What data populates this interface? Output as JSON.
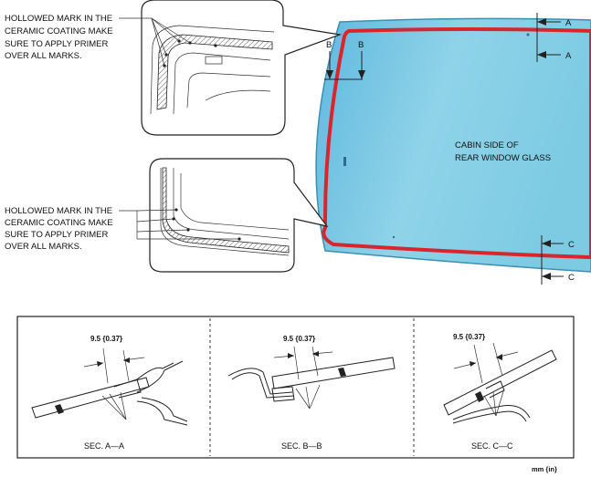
{
  "callouts": {
    "top_note": [
      "HOLLOWED MARK IN THE",
      "CERAMIC COATING MAKE",
      "SURE TO APPLY PRIMER",
      "OVER ALL MARKS."
    ],
    "bottom_note": [
      "HOLLOWED MARK IN THE",
      "CERAMIC COATING MAKE",
      "SURE TO APPLY PRIMER",
      "OVER ALL MARKS."
    ]
  },
  "glass": {
    "label": [
      "CABIN SIDE OF",
      "REAR WINDOW GLASS"
    ],
    "fill_color": "#7ccbe3",
    "primer_color": "#d9262c"
  },
  "section_markers": {
    "a_top": "A",
    "a_bottom": "A",
    "b_left": "B",
    "b_right": "B",
    "c_top": "C",
    "c_bottom": "C"
  },
  "sections": [
    {
      "dimension": "9.5 {0.37}",
      "label": "SEC. A—A"
    },
    {
      "dimension": "9.5 {0.37}",
      "label": "SEC. B—B"
    },
    {
      "dimension": "9.5 {0.37}",
      "label": "SEC. C—C"
    }
  ],
  "unit_note": "mm {in}"
}
